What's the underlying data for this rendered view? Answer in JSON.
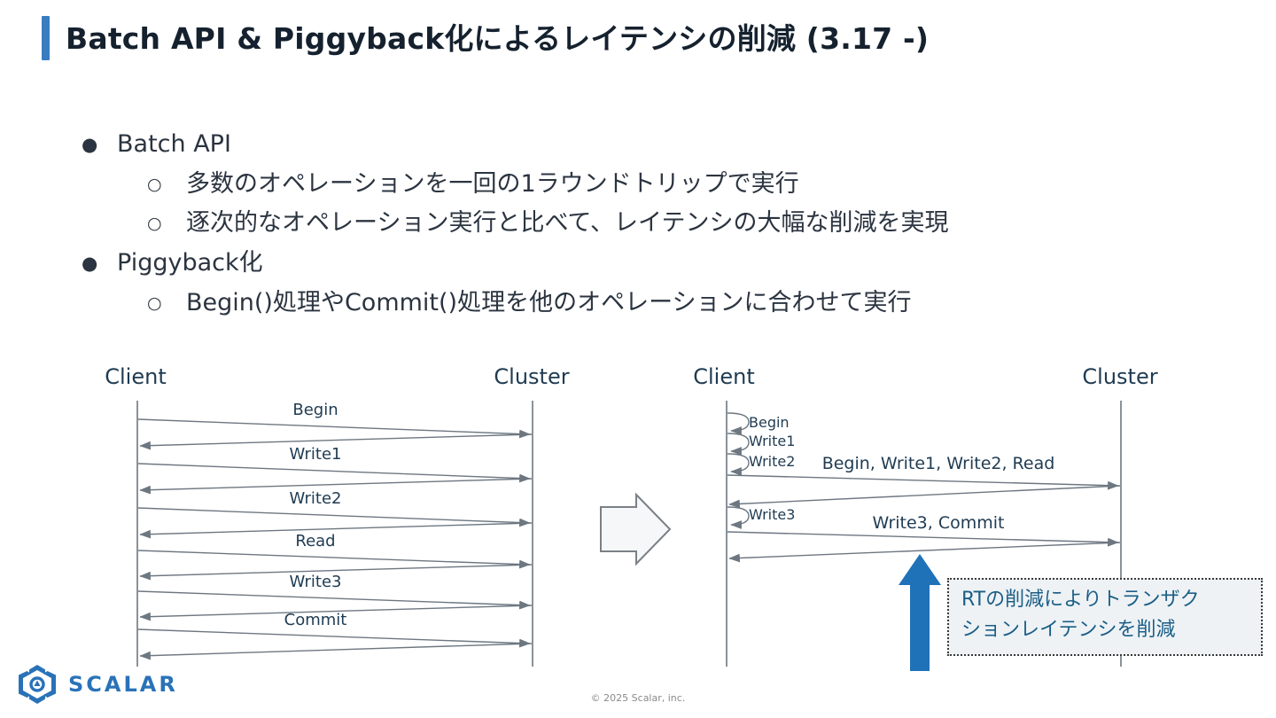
{
  "title": "Batch API & Piggyback化によるレイテンシの削減 (3.17 -)",
  "bullets": [
    {
      "level": 1,
      "marker": "●",
      "text": "Batch API"
    },
    {
      "level": 2,
      "marker": "○",
      "text": "多数のオペレーションを一回の1ラウンドトリップで実行"
    },
    {
      "level": 2,
      "marker": "○",
      "text": "逐次的なオペレーション実行と比べて、レイテンシの大幅な削減を実現"
    },
    {
      "level": 1,
      "marker": "●",
      "text": "Piggyback化"
    },
    {
      "level": 2,
      "marker": "○",
      "text": "Begin()処理やCommit()処理を他のオペレーションに合わせて実行"
    }
  ],
  "left_diagram": {
    "actors": {
      "client": "Client",
      "cluster": "Cluster"
    },
    "messages": [
      "Begin",
      "Write1",
      "Write2",
      "Read",
      "Write3",
      "Commit"
    ]
  },
  "transition_icon": "right-arrow-icon",
  "right_diagram": {
    "actors": {
      "client": "Client",
      "cluster": "Cluster"
    },
    "self_calls": [
      "Begin",
      "Write1",
      "Write2",
      "Write3"
    ],
    "messages": [
      "Begin, Write1, Write2, Read",
      "Write3, Commit"
    ]
  },
  "callout": {
    "line1": "RTの削減によりトランザク",
    "line2": "ションレイテンシを削減"
  },
  "footer": {
    "logo_word": "SCALAR",
    "copyright": "© 2025 Scalar, inc."
  },
  "colors": {
    "accent_blue": "#3a7cc0",
    "title_text": "#15212e",
    "diagram_text": "#1f3b52",
    "diagram_line": "#6d7781",
    "callout_text": "#1b5e86",
    "callout_fill": "#eef2f5",
    "up_arrow": "#1f72b8",
    "logo_blue": "#2a72b8"
  }
}
